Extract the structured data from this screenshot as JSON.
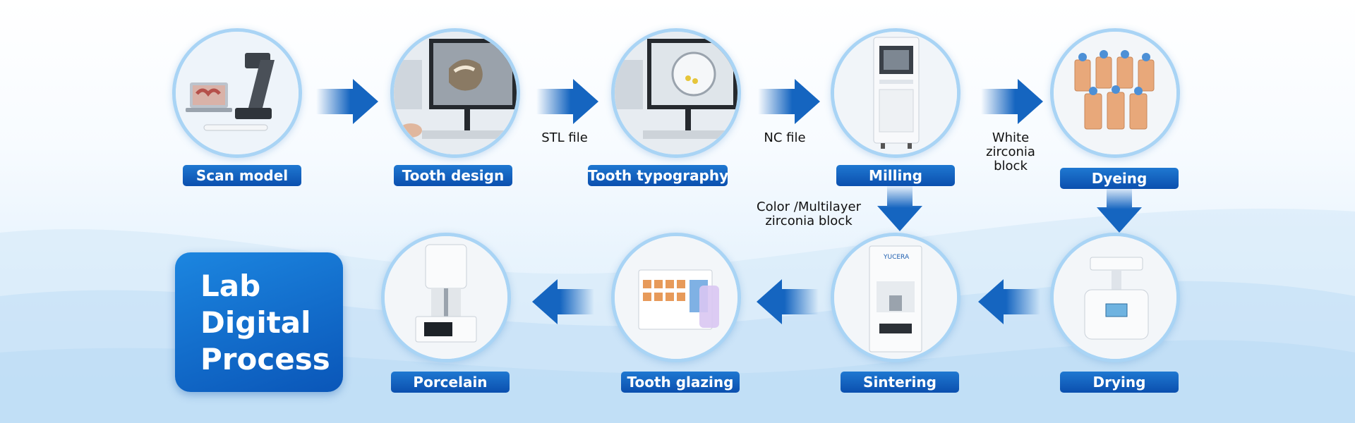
{
  "title": {
    "line1": "Lab",
    "line2": "Digital",
    "line3": "Process"
  },
  "steps": [
    {
      "label": "Scan model",
      "icon": "3d-scanner-icon"
    },
    {
      "label": "Tooth design",
      "icon": "cad-design-monitor-icon"
    },
    {
      "label": "Tooth typography",
      "icon": "nesting-software-monitor-icon"
    },
    {
      "label": "Milling",
      "icon": "milling-machine-icon"
    },
    {
      "label": "Dyeing",
      "icon": "coloring-liquid-bottles-icon"
    },
    {
      "label": "Drying",
      "icon": "drying-furnace-icon"
    },
    {
      "label": "Sintering",
      "icon": "sintering-furnace-icon"
    },
    {
      "label": "Tooth glazing",
      "icon": "glaze-kit-icon"
    },
    {
      "label": "Porcelain",
      "icon": "porcelain-furnace-icon"
    }
  ],
  "notes": {
    "stl": "STL file",
    "nc": "NC file",
    "white_line1": "White",
    "white_line2": "zirconia",
    "white_line3": "block",
    "color_line1": "Color /Multilayer",
    "color_line2": "zirconia block"
  },
  "colors": {
    "accent": "#0b4fae",
    "ring": "#a9d4f5",
    "arrow": "#1565c0"
  }
}
